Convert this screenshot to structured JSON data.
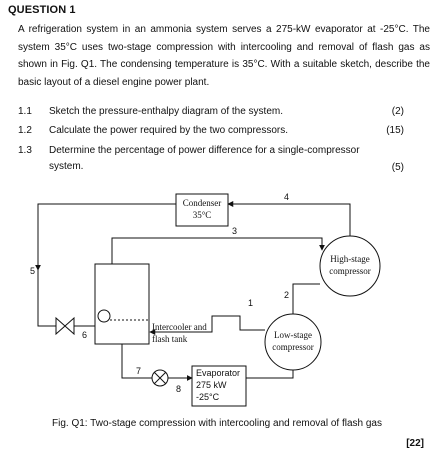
{
  "question": {
    "title": "QUESTION 1",
    "intro": "A refrigeration system in an ammonia system serves a 275-kW evaporator at -25°C. The system 35°C uses two-stage compression with intercooling and removal of flash gas as shown in Fig. Q1. The condensing temperature is 35°C. With a suitable sketch, describe the basic layout of a diesel engine power plant.",
    "parts": [
      {
        "num": "1.1",
        "text": "Sketch the pressure-enthalpy diagram of the system.",
        "marks": "(2)"
      },
      {
        "num": "1.2",
        "text": "Calculate the power required by the two compressors.",
        "marks": "(15)"
      },
      {
        "num": "1.3",
        "text": "Determine the percentage of power difference for a single-compressor system.",
        "marks": "(5)"
      }
    ],
    "total": "[22]"
  },
  "diagram": {
    "condenser": {
      "line1": "Condenser",
      "line2": "35°C"
    },
    "high_stage": {
      "line1": "High-stage",
      "line2": "compressor"
    },
    "low_stage": {
      "line1": "Low-stage",
      "line2": "compressor"
    },
    "intercooler": {
      "line1": "Intercooler and",
      "line2": "flash tank"
    },
    "evaporator": {
      "line1": "Evaporator",
      "line2": "275 kW",
      "line3": "-25°C"
    },
    "state_points": [
      "1",
      "2",
      "3",
      "4",
      "5",
      "6",
      "7",
      "8"
    ],
    "caption": "Fig. Q1: Two-stage compression with intercooling and removal of flash gas"
  }
}
